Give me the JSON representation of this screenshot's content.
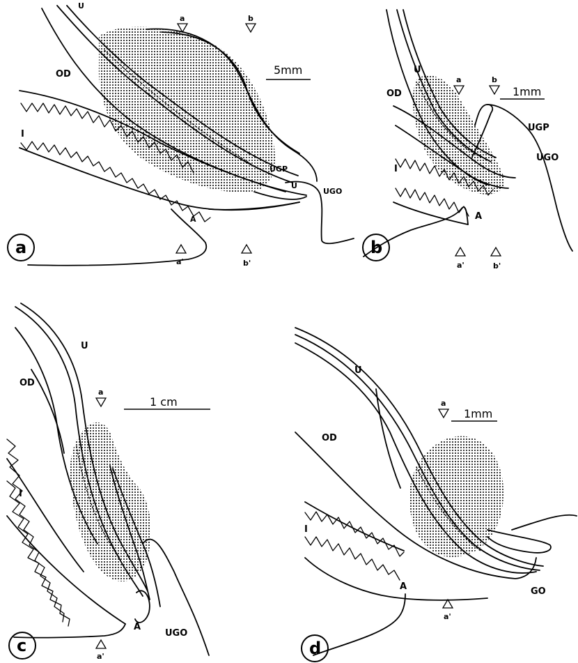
{
  "figure": {
    "panels": [
      {
        "letter": "a",
        "scale_bar": "5mm",
        "labels": {
          "U": "U",
          "U2": "U",
          "OD": "OD",
          "I": "I",
          "A": "A",
          "UGP": "UGP",
          "UGO": "UGO"
        },
        "markers": {
          "a": "a",
          "b": "b",
          "a_prime": "a'",
          "b_prime": "b'"
        }
      },
      {
        "letter": "b",
        "scale_bar": "1mm",
        "labels": {
          "U": "U",
          "OD": "OD",
          "I": "I",
          "A": "A",
          "UGP": "UGP",
          "UGO": "UGO"
        },
        "markers": {
          "a": "a",
          "b": "b",
          "a_prime": "a'",
          "b_prime": "b'"
        }
      },
      {
        "letter": "c",
        "scale_bar": "1 cm",
        "labels": {
          "U": "U",
          "OD": "OD",
          "I": "I",
          "A": "A",
          "UGO": "UGO"
        },
        "markers": {
          "a": "a",
          "a_prime": "a'"
        }
      },
      {
        "letter": "d",
        "scale_bar": "1mm",
        "labels": {
          "U": "U",
          "OD": "OD",
          "I": "I",
          "A": "A",
          "GO": "GO"
        },
        "markers": {
          "a": "a",
          "a_prime": "a'"
        }
      }
    ]
  }
}
